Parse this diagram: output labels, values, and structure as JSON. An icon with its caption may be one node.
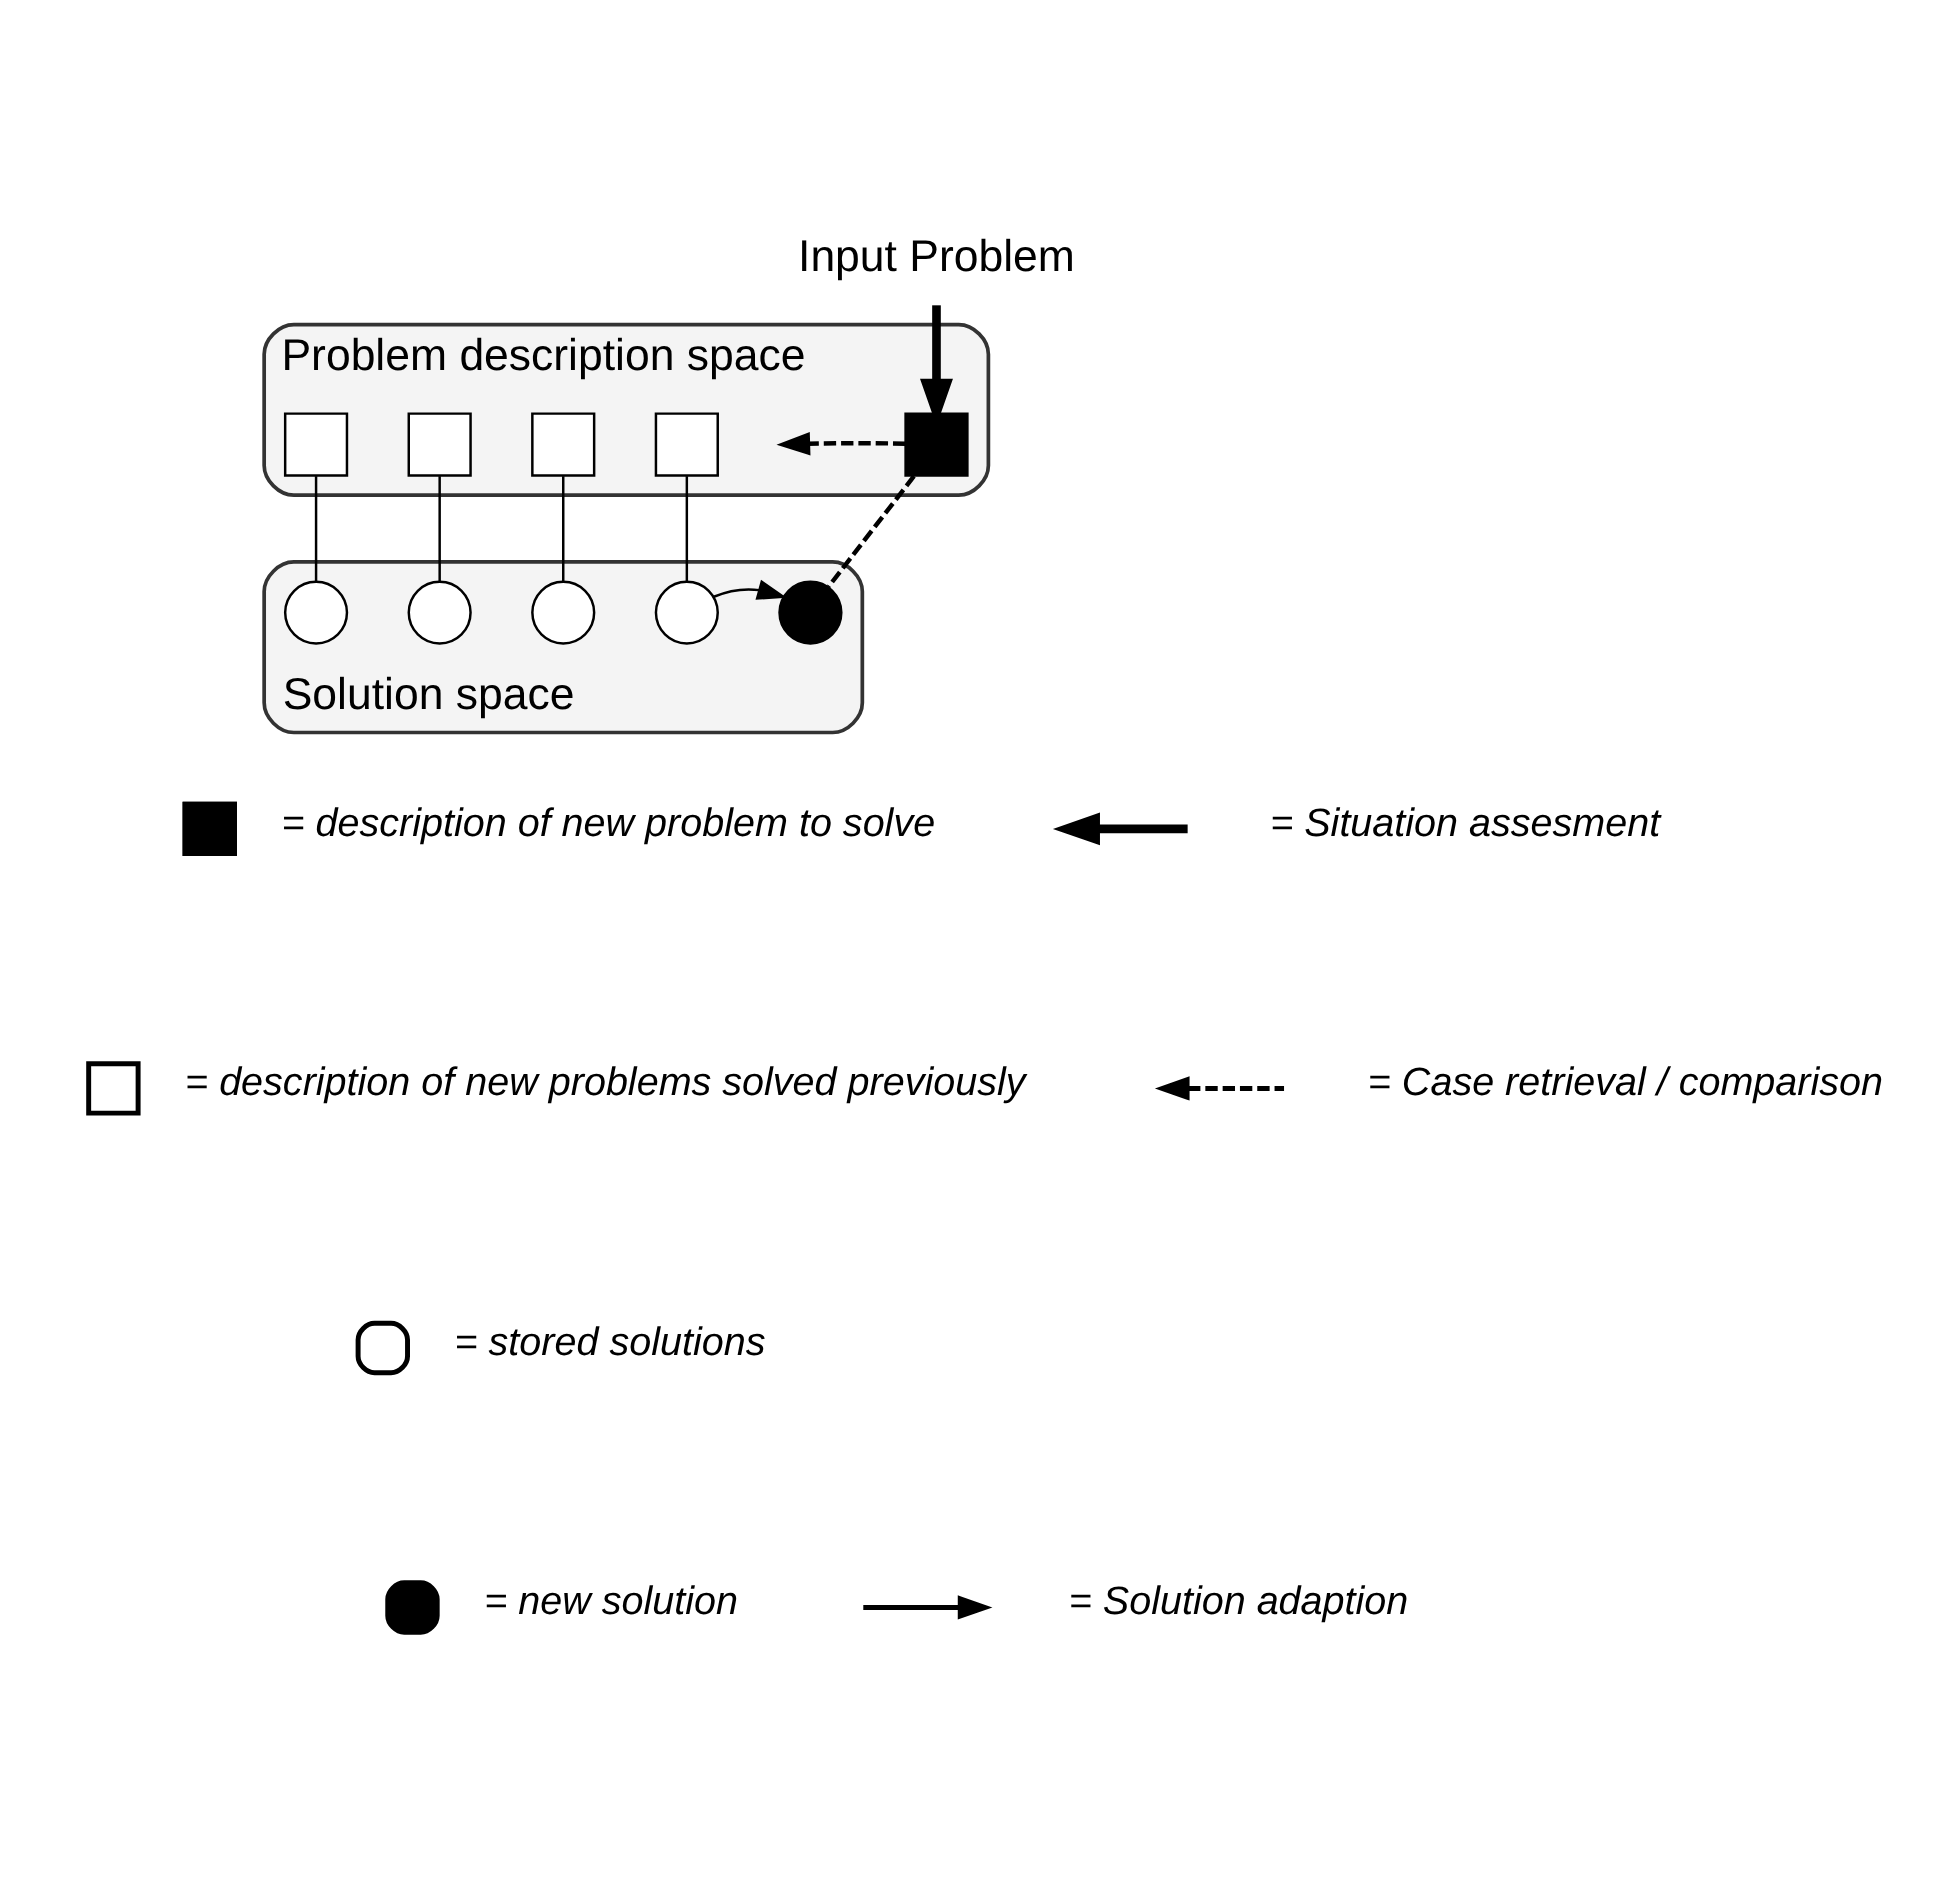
{
  "diagram": {
    "nodes": [
      {
        "text": [
          "Problem description space"
        ]
      },
      {
        "text": [
          "Solution space"
        ]
      },
      {
        "text": [
          "Input Problem"
        ]
      },
      {
        "text": [],
        "shape": "box",
        "in": 0
      },
      {
        "text": [],
        "shape": "box",
        "in": 0
      },
      {
        "text": [],
        "shape": "box",
        "in": 0
      },
      {
        "text": [],
        "shape": "box",
        "in": 0
      },
      {
        "text": [],
        "shape": "box",
        "in": 0
      },
      {
        "text": [],
        "shape": "circle",
        "in": 1
      },
      {
        "text": [],
        "shape": "circle",
        "in": 1
      },
      {
        "text": [],
        "shape": "circle",
        "in": 1
      },
      {
        "text": [],
        "shape": "circle",
        "in": 1
      },
      {
        "text": [],
        "shape": "circle",
        "in": 1
      }
    ],
    "edges": [
      {
        "from": 2,
        "to": 7,
        "arrow": "to",
        "style": "thick"
      },
      {
        "from": 7,
        "to": null,
        "arrow": "to",
        "style": "dashed"
      },
      {
        "from": 3,
        "to": 8,
        "arrow": "none"
      },
      {
        "from": 4,
        "to": 9,
        "arrow": "none"
      },
      {
        "from": 5,
        "to": 10,
        "arrow": "none"
      },
      {
        "from": 6,
        "to": 11,
        "arrow": "none"
      },
      {
        "from": 7,
        "to": 12,
        "arrow": "none",
        "style": "dashed"
      },
      {
        "from": 11,
        "to": 12,
        "arrow": "to"
      }
    ],
    "legend": [
      {
        "text": "= description of new problem to solve"
      },
      {
        "text": "= Situation assesment"
      },
      {
        "text": "= description of new problems solved previously"
      },
      {
        "text": "= Case retrieval / comparison"
      },
      {
        "text": "= stored solutions"
      },
      {
        "text": "= new solution"
      },
      {
        "text": "= Solution adaption"
      }
    ]
  }
}
